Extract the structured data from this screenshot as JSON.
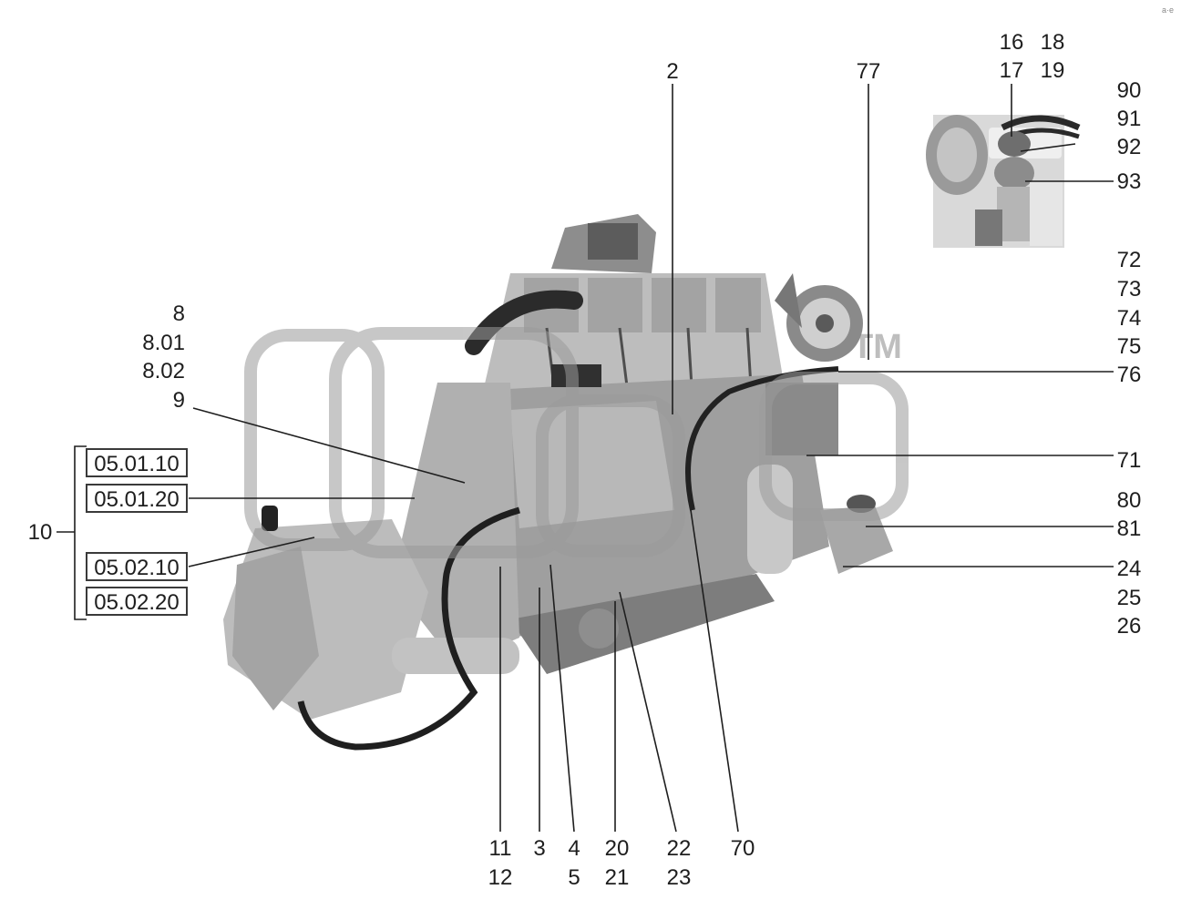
{
  "diagram": {
    "watermark_tm": "TM",
    "corner_mark": "a·e",
    "labels": {
      "l2": "2",
      "l77": "77",
      "l16": "16",
      "l18": "18",
      "l17": "17",
      "l19": "19",
      "l90": "90",
      "l91": "91",
      "l92": "92",
      "l93": "93",
      "l72": "72",
      "l73": "73",
      "l74": "74",
      "l75": "75",
      "l76": "76",
      "l71": "71",
      "l80": "80",
      "l81": "81",
      "l24": "24",
      "l25": "25",
      "l26": "26",
      "l8": "8",
      "l801": "8.01",
      "l802": "8.02",
      "l9": "9",
      "l10": "10",
      "l11": "11",
      "l12": "12",
      "l3": "3",
      "l4": "4",
      "l5": "5",
      "l20": "20",
      "l21": "21",
      "l22": "22",
      "l23": "23",
      "l70": "70"
    },
    "boxes": {
      "b1": "05.01.10",
      "b2": "05.01.20",
      "b3": "05.02.10",
      "b4": "05.02.20"
    }
  }
}
